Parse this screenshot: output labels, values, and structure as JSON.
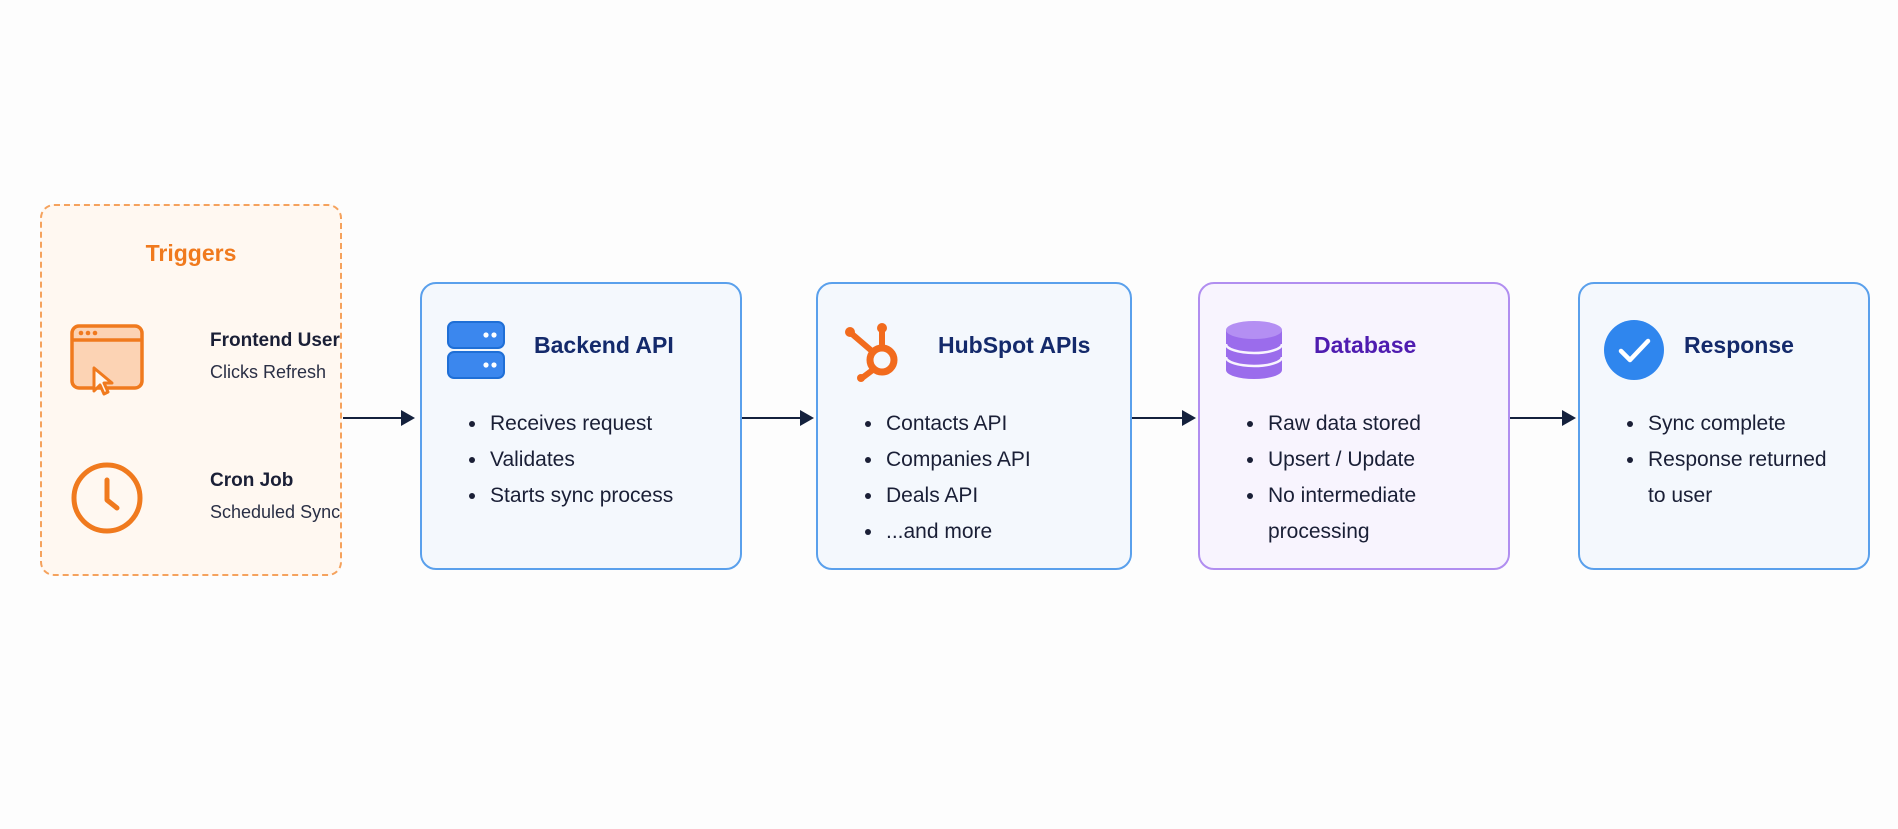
{
  "triggers": {
    "title": "Triggers",
    "items": [
      {
        "icon": "browser-click-icon",
        "name": "Frontend User",
        "desc": "Clicks Refresh"
      },
      {
        "icon": "clock-icon",
        "name": "Cron Job",
        "desc": "Scheduled Sync"
      }
    ]
  },
  "steps": [
    {
      "icon": "server-icon",
      "title": "Backend API",
      "items": [
        "Receives request",
        "Validates",
        "Starts sync process"
      ]
    },
    {
      "icon": "hubspot-icon",
      "title": "HubSpot APIs",
      "items": [
        "Contacts API",
        "Companies API",
        "Deals API",
        "...and more"
      ]
    },
    {
      "icon": "database-icon",
      "title": "Database",
      "items": [
        "Raw data stored",
        "Upsert / Update",
        "No intermediate",
        "processing"
      ]
    },
    {
      "icon": "check-circle-icon",
      "title": "Response",
      "items": [
        "Sync complete",
        "Response returned",
        "to user"
      ]
    }
  ],
  "colors": {
    "trigger_accent": "#f07a1e",
    "card_border": "#5aa0ec",
    "database_border": "#b18ef0",
    "arrow": "#14213d"
  }
}
